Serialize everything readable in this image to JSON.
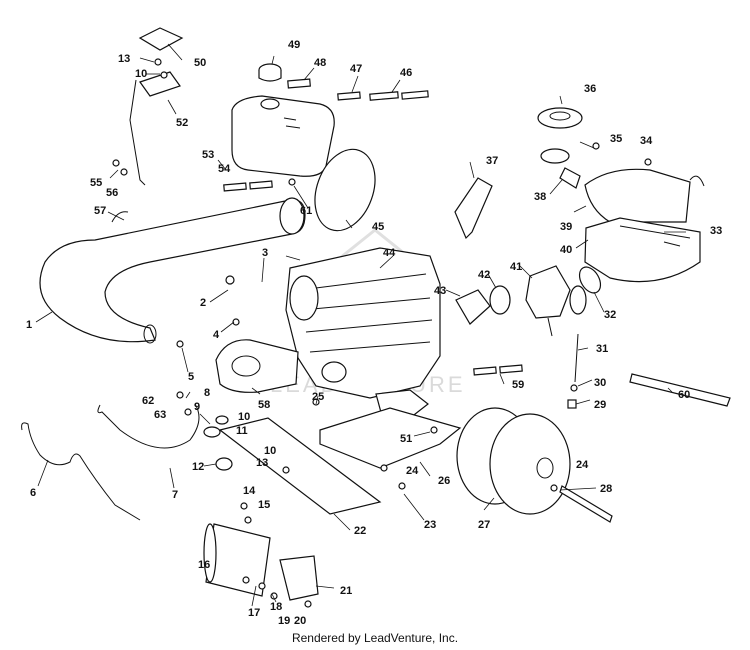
{
  "callouts": [
    {
      "id": "1",
      "label": "1"
    },
    {
      "id": "2",
      "label": "2"
    },
    {
      "id": "3",
      "label": "3"
    },
    {
      "id": "4",
      "label": "4"
    },
    {
      "id": "5",
      "label": "5"
    },
    {
      "id": "6",
      "label": "6"
    },
    {
      "id": "7",
      "label": "7"
    },
    {
      "id": "8",
      "label": "8"
    },
    {
      "id": "9",
      "label": "9"
    },
    {
      "id": "10a",
      "label": "10"
    },
    {
      "id": "10b",
      "label": "10"
    },
    {
      "id": "10c",
      "label": "10"
    },
    {
      "id": "11",
      "label": "11"
    },
    {
      "id": "12",
      "label": "12"
    },
    {
      "id": "13a",
      "label": "13"
    },
    {
      "id": "13b",
      "label": "13"
    },
    {
      "id": "14",
      "label": "14"
    },
    {
      "id": "15",
      "label": "15"
    },
    {
      "id": "16",
      "label": "16"
    },
    {
      "id": "17",
      "label": "17"
    },
    {
      "id": "18",
      "label": "18"
    },
    {
      "id": "19",
      "label": "19"
    },
    {
      "id": "20",
      "label": "20"
    },
    {
      "id": "21",
      "label": "21"
    },
    {
      "id": "22",
      "label": "22"
    },
    {
      "id": "23",
      "label": "23"
    },
    {
      "id": "24a",
      "label": "24"
    },
    {
      "id": "24b",
      "label": "24"
    },
    {
      "id": "25",
      "label": "25"
    },
    {
      "id": "26",
      "label": "26"
    },
    {
      "id": "27",
      "label": "27"
    },
    {
      "id": "28",
      "label": "28"
    },
    {
      "id": "29",
      "label": "29"
    },
    {
      "id": "30",
      "label": "30"
    },
    {
      "id": "31",
      "label": "31"
    },
    {
      "id": "32",
      "label": "32"
    },
    {
      "id": "33",
      "label": "33"
    },
    {
      "id": "34",
      "label": "34"
    },
    {
      "id": "35",
      "label": "35"
    },
    {
      "id": "36",
      "label": "36"
    },
    {
      "id": "37",
      "label": "37"
    },
    {
      "id": "38",
      "label": "38"
    },
    {
      "id": "39",
      "label": "39"
    },
    {
      "id": "40",
      "label": "40"
    },
    {
      "id": "41",
      "label": "41"
    },
    {
      "id": "42",
      "label": "42"
    },
    {
      "id": "43",
      "label": "43"
    },
    {
      "id": "44",
      "label": "44"
    },
    {
      "id": "45",
      "label": "45"
    },
    {
      "id": "46",
      "label": "46"
    },
    {
      "id": "47",
      "label": "47"
    },
    {
      "id": "48",
      "label": "48"
    },
    {
      "id": "49",
      "label": "49"
    },
    {
      "id": "50",
      "label": "50"
    },
    {
      "id": "51",
      "label": "51"
    },
    {
      "id": "52",
      "label": "52"
    },
    {
      "id": "53",
      "label": "53"
    },
    {
      "id": "54",
      "label": "54"
    },
    {
      "id": "55",
      "label": "55"
    },
    {
      "id": "56",
      "label": "56"
    },
    {
      "id": "57",
      "label": "57"
    },
    {
      "id": "58",
      "label": "58"
    },
    {
      "id": "59",
      "label": "59"
    },
    {
      "id": "60",
      "label": "60"
    },
    {
      "id": "61",
      "label": "61"
    },
    {
      "id": "62",
      "label": "62"
    },
    {
      "id": "63",
      "label": "63"
    }
  ],
  "watermark": "LEADVENTURE",
  "footer": {
    "credit": "Rendered by LeadVenture, Inc."
  }
}
